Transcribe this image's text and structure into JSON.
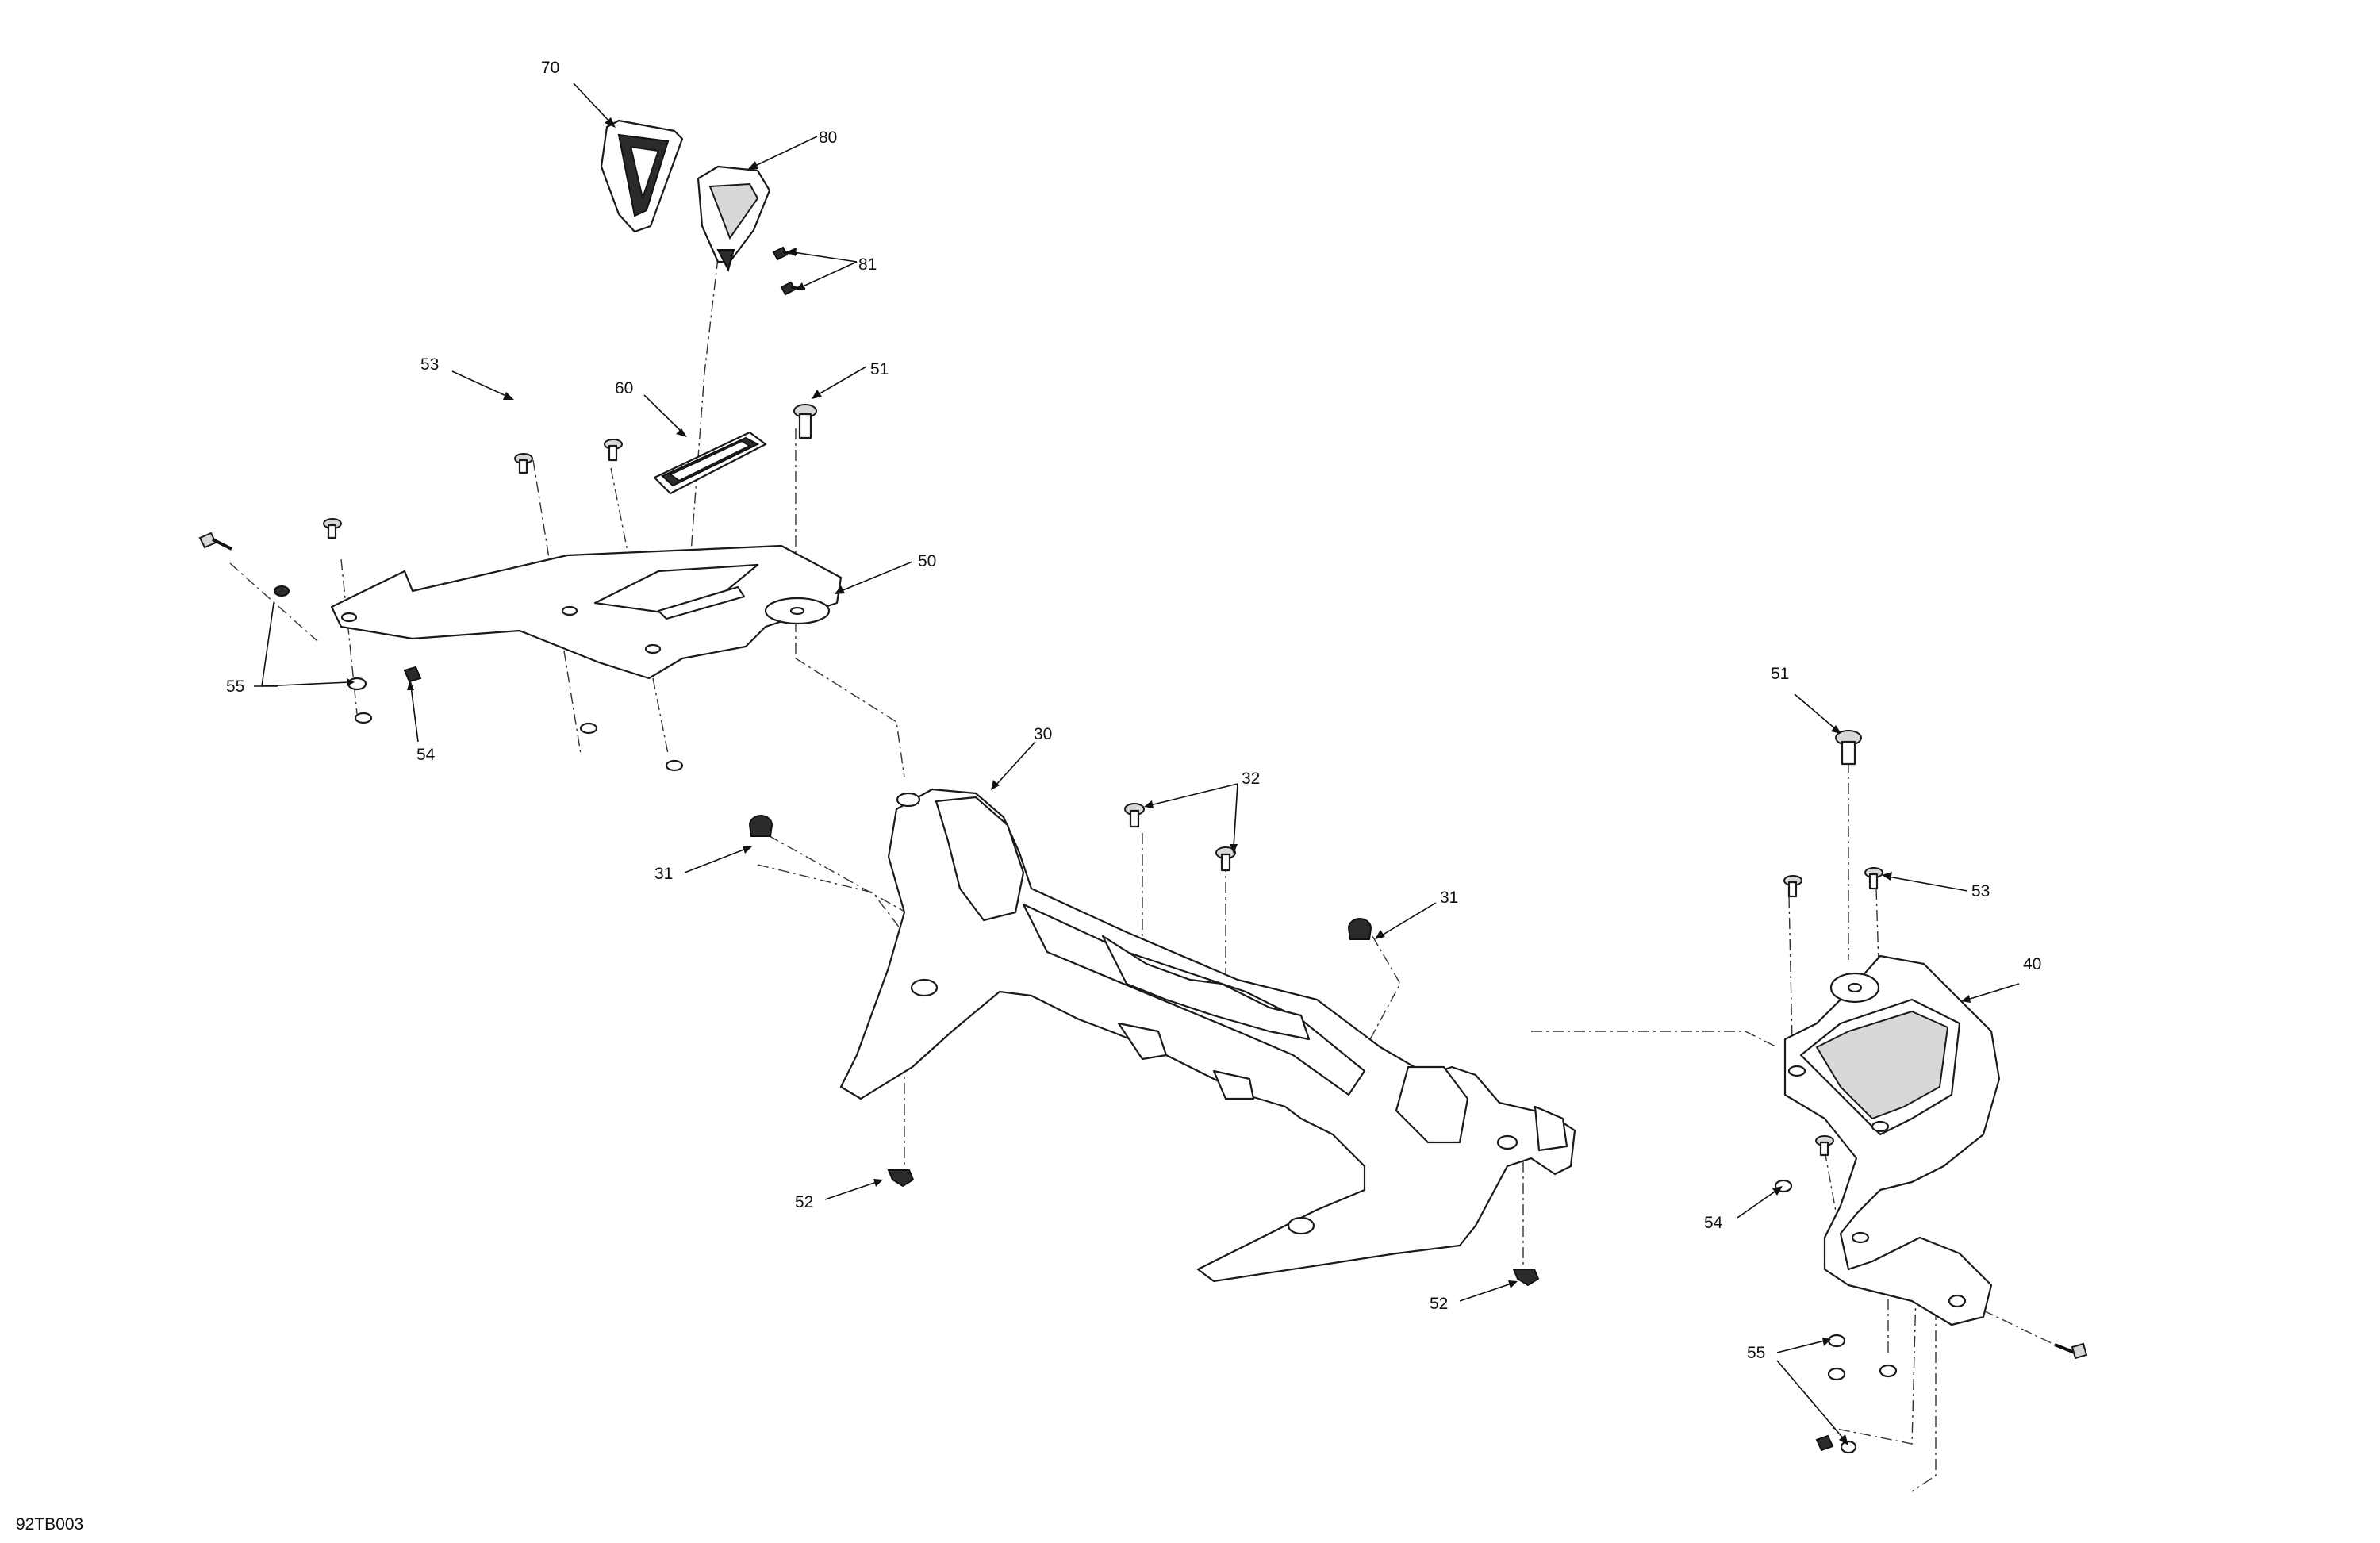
{
  "figure_code": "92TB003",
  "callouts": {
    "c70": "70",
    "c80": "80",
    "c81": "81",
    "c53a": "53",
    "c60": "60",
    "c51a": "51",
    "c50": "50",
    "c55a": "55",
    "c54a": "54",
    "c30": "30",
    "c32": "32",
    "c31a": "31",
    "c31b": "31",
    "c51b": "51",
    "c53b": "53",
    "c40": "40",
    "c52a": "52",
    "c52b": "52",
    "c54b": "54",
    "c55b": "55"
  }
}
